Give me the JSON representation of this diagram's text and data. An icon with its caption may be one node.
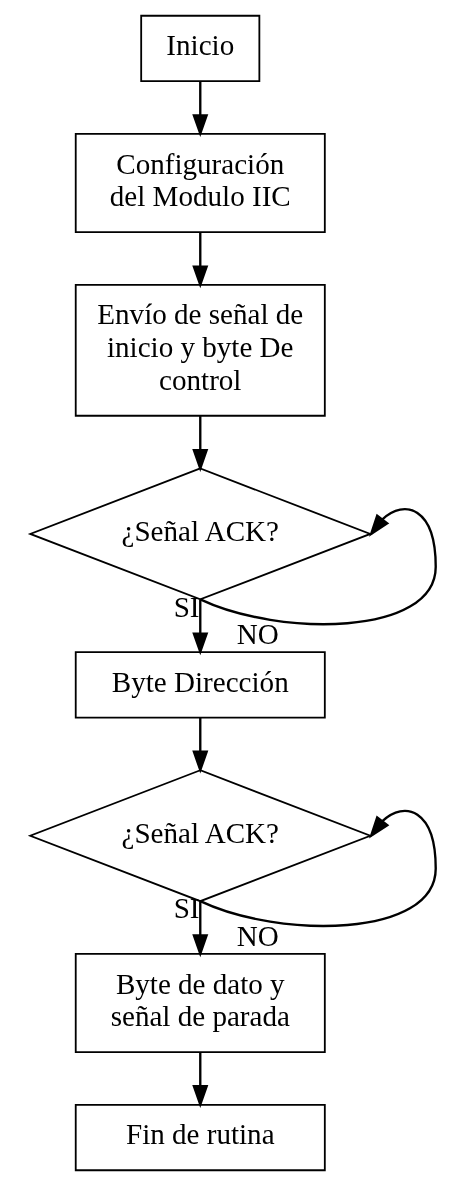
{
  "diagram": {
    "nodes": [
      {
        "text": [
          "Inicio"
        ]
      },
      {
        "text": [
          "Configuración del Modulo IIC"
        ]
      },
      {
        "text": [
          "Envío de señal de inicio y byte De control"
        ]
      },
      {
        "text": [
          "¿Señal ACK?"
        ]
      },
      {
        "text": [
          "Byte Dirección"
        ]
      },
      {
        "text": [
          "¿Señal ACK?"
        ]
      },
      {
        "text": [
          "Byte de dato y señal de parada"
        ]
      },
      {
        "text": [
          "Fin de rutina"
        ]
      }
    ],
    "edges": [
      {
        "from": 0,
        "to": 1,
        "arrow": "to"
      },
      {
        "from": 1,
        "to": 2,
        "arrow": "to"
      },
      {
        "from": 2,
        "to": 3,
        "arrow": "to"
      },
      {
        "from": 3,
        "to": 4,
        "arrow": "to",
        "label": "SI"
      },
      {
        "from": 3,
        "to": 3,
        "arrow": "to",
        "label": "NO"
      },
      {
        "from": 4,
        "to": 5,
        "arrow": "to"
      },
      {
        "from": 5,
        "to": 6,
        "arrow": "to",
        "label": "SI"
      },
      {
        "from": 5,
        "to": 5,
        "arrow": "to",
        "label": "NO"
      },
      {
        "from": 6,
        "to": 7,
        "arrow": "to"
      }
    ]
  }
}
